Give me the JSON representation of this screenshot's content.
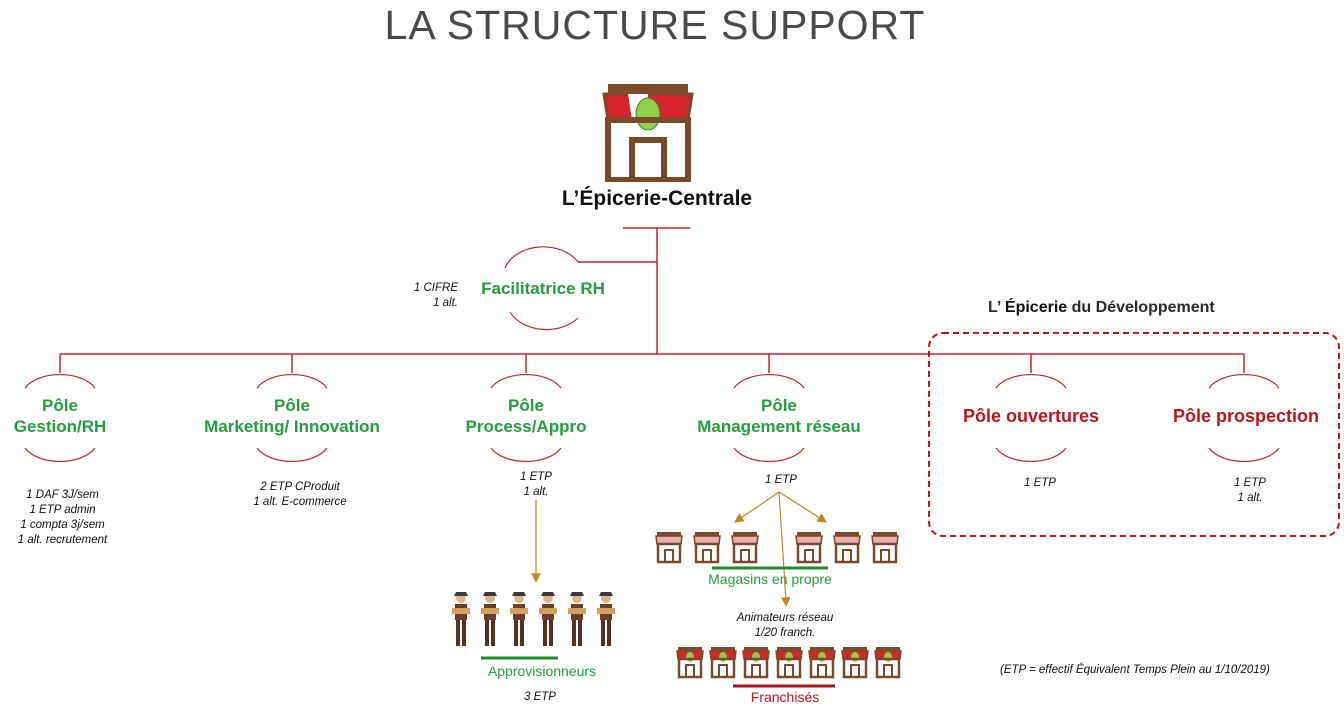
{
  "title": "LA STRUCTURE SUPPORT",
  "hq": {
    "name": "L’Épicerie-Centrale",
    "icon": "grocery-store-icon"
  },
  "facilitatrice": {
    "label": "Facilitatrice RH",
    "note_line1": "1 CIFRE",
    "note_line2": "1 alt."
  },
  "poles": [
    {
      "line1": "Pôle",
      "line2": "Gestion/RH",
      "notes": [
        "1 DAF 3J/sem",
        "1 ETP admin",
        "1 compta 3j/sem",
        "1 alt. recrutement"
      ]
    },
    {
      "line1": "Pôle",
      "line2": "Marketing/ Innovation",
      "notes": [
        "2 ETP CProduit",
        "1 alt. E-commerce"
      ]
    },
    {
      "line1": "Pôle",
      "line2": "Process/Appro",
      "notes": [
        "1 ETP",
        "1 alt."
      ]
    },
    {
      "line1": "Pôle",
      "line2": "Management réseau",
      "notes": [
        "1 ETP"
      ]
    }
  ],
  "developpement": {
    "title_prefix": "L’ ",
    "title_bold": "Épicerie",
    "title_suffix": " du Développement",
    "poles": [
      {
        "label": "Pôle ouvertures",
        "notes": [
          "1 ETP"
        ]
      },
      {
        "label": "Pôle prospection",
        "notes": [
          "1 ETP",
          "1 alt."
        ]
      }
    ]
  },
  "groups": {
    "approvisionneurs": {
      "label": "Approvisionneurs",
      "note": "3 ETP",
      "icon": "worker-icon"
    },
    "magasins": {
      "label": "Magasins en propre",
      "icon": "store-icon"
    },
    "animateurs": {
      "line1": "Animateurs réseau",
      "line2": "1/20 franch."
    },
    "franchises": {
      "label": "Franchisés",
      "icon": "franchise-store-icon"
    }
  },
  "footnote": "(ETP = effectif Équivalent Temps Plein au 1/10/2019)",
  "colors": {
    "green": "#23a03c",
    "red": "#c0141c",
    "line": "#c8262c",
    "arrow": "#c8841a",
    "brown": "#7a4a2a"
  }
}
